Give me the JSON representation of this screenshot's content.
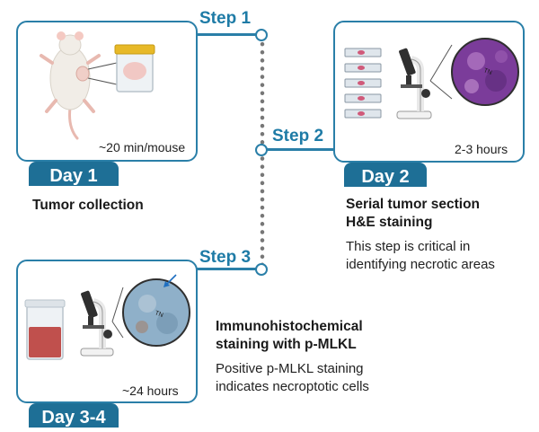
{
  "steps": [
    {
      "label": "Step 1",
      "day": "Day 1",
      "time": "~20 min/mouse",
      "title": "Tumor collection",
      "description": ""
    },
    {
      "label": "Step 2",
      "day": "Day 2",
      "time": "2-3 hours",
      "title_lines": [
        "Serial tumor section",
        "H&E staining"
      ],
      "description_lines": [
        "This step is critical in",
        "identifying necrotic areas"
      ]
    },
    {
      "label": "Step 3",
      "day": "Day 3-4",
      "time": "~24 hours",
      "title_lines": [
        "Immunohistochemical",
        "staining with p-MLKL"
      ],
      "description_lines": [
        "Positive p-MLKL staining",
        "indicates necroptotic cells"
      ]
    }
  ],
  "micrograph_label": "TN",
  "icons": {
    "step1": "mouse-with-tumor-jar-icon",
    "step2": "slides-and-microscope-icon",
    "step3": "staining-jar-and-microscope-icon"
  },
  "colors": {
    "accent": "#2a7fa8",
    "tab": "#1e6f96",
    "timeline_dots": "#777777",
    "he_stain": "#7b3c9a",
    "ihc_stain": "#8fb0c9"
  }
}
